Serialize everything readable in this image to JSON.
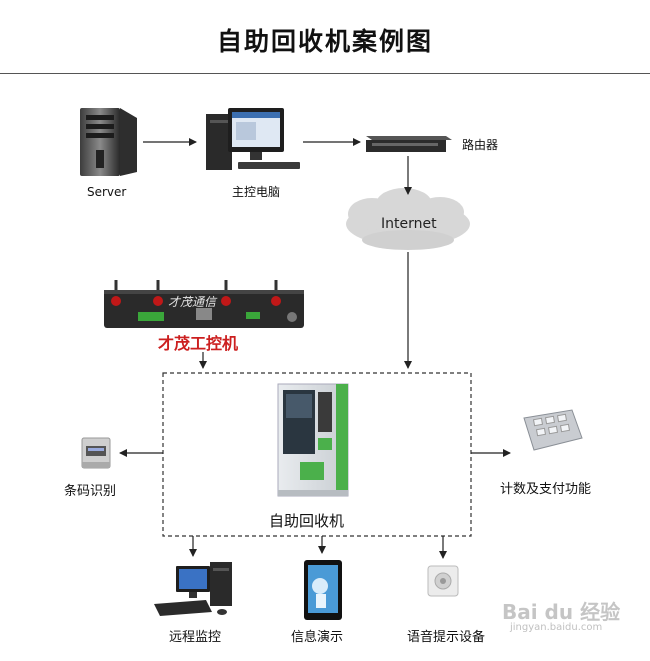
{
  "title": "自助回收机案例图",
  "nodes": {
    "server": "Server",
    "host_pc": "主控电脑",
    "router": "路由器",
    "internet": "Internet",
    "ipc_brand": "才茂工控机",
    "ipc_device_text": "才茂通信",
    "machine": "自助回收机",
    "barcode": "条码识别",
    "payment": "计数及支付功能",
    "remote": "远程监控",
    "display": "信息演示",
    "voice": "语音提示设备"
  },
  "watermark": {
    "brand": "Bai du 经验",
    "url": "jingyan.baidu.com"
  },
  "colors": {
    "brand_red": "#cc1f1f",
    "arrow": "#222222",
    "cloud": "#d7d7d7",
    "machine_green": "#4bb04b"
  }
}
